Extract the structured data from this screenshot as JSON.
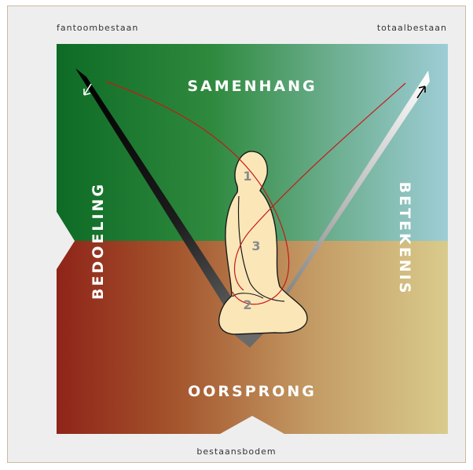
{
  "corners": {
    "top_left": "fantoombestaan",
    "top_right": "totaalbestaan",
    "bottom": "bestaansbodem"
  },
  "zones": {
    "top": "SAMENHANG",
    "bottom": "OORSPRONG",
    "left": "BEDOELING",
    "right": "BETEKENIS"
  },
  "figure": {
    "points": [
      "1",
      "2",
      "3"
    ]
  },
  "colors": {
    "frame_border": "#cdb9a0",
    "frame_bg": "#eeeeee",
    "top_left": "#0e6b25",
    "top_right": "#9ecdd6",
    "bottom_left": "#8f2419",
    "bottom_right": "#d9cb8c",
    "curve": "#c41a1a",
    "figure_fill": "#fbe6b8"
  }
}
